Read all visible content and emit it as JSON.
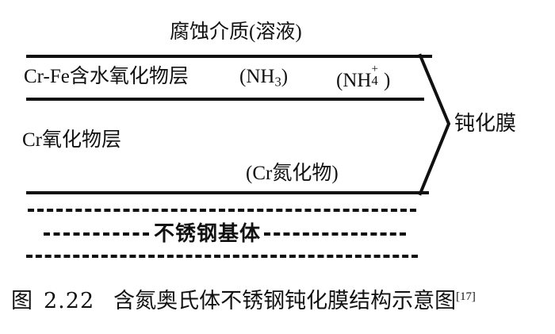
{
  "figure": {
    "medium_label": "腐蚀介质(溶液)",
    "layers": [
      {
        "name": "cr-fe-hydrous-oxide-layer",
        "label": "Cr-Fe含水氧化物层",
        "species": [
          {
            "name": "ammonia",
            "open": "(NH",
            "sub": "3",
            "close": ")"
          },
          {
            "name": "ammonium",
            "open": "(NH",
            "sup": "+",
            "sub": "4",
            "close": ")"
          }
        ]
      },
      {
        "name": "cr-oxide-layer",
        "label": "Cr氧化物层",
        "species": [
          {
            "name": "cr-nitride",
            "text": "(Cr氮化物)"
          }
        ]
      }
    ],
    "bracket_label": "钝化膜",
    "substrate_label": "不锈钢基体",
    "line_color": "#111111",
    "background_color": "#ffffff"
  },
  "caption": {
    "prefix": "图",
    "number": "2.22",
    "title": "含氮奥氏体不锈钢钝化膜结构示意图",
    "reference": "[17]"
  }
}
